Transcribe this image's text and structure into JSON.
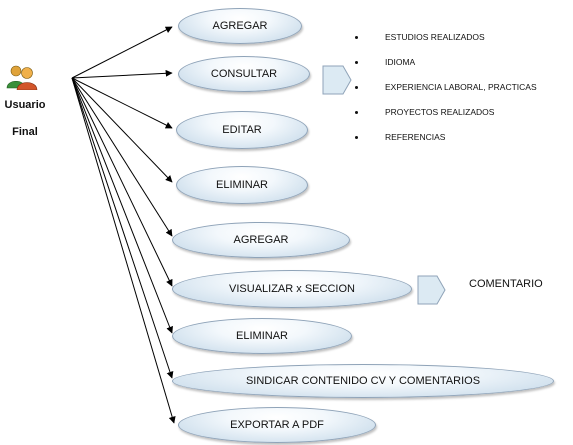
{
  "actor": {
    "label_line1": "Usuario",
    "label_line2": "Final",
    "icon": "users-icon"
  },
  "use_cases": [
    {
      "id": "agregar-1",
      "label": "AGREGAR"
    },
    {
      "id": "consultar",
      "label": "CONSULTAR"
    },
    {
      "id": "editar",
      "label": "EDITAR"
    },
    {
      "id": "eliminar-1",
      "label": "ELIMINAR"
    },
    {
      "id": "agregar-2",
      "label": "AGREGAR"
    },
    {
      "id": "visualizar",
      "label": "VISUALIZAR x SECCION"
    },
    {
      "id": "eliminar-2",
      "label": "ELIMINAR"
    },
    {
      "id": "sindicar",
      "label": "SINDICAR CONTENIDO CV Y COMENTARIOS"
    },
    {
      "id": "exportar",
      "label": "EXPORTAR A PDF"
    }
  ],
  "consultar_items": [
    "ESTUDIOS REALIZADOS",
    "IDIOMA",
    "EXPERIENCIA LABORAL, PRACTICAS",
    "PROYECTOS REALIZADOS",
    "REFERENCIAS"
  ],
  "visualizar_detail": "COMENTARIO",
  "colors": {
    "ellipse_border": "#8fa3b8",
    "ellipse_fill": "#d4e3ef",
    "chevron_fill": "#dceaf3",
    "line": "#000000"
  }
}
